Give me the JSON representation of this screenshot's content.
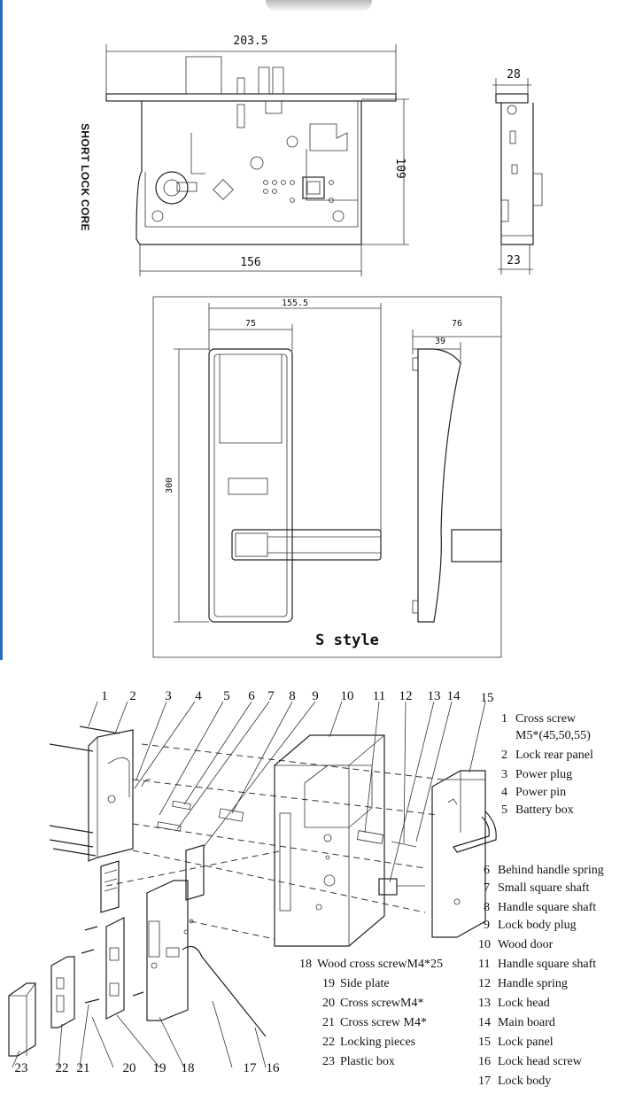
{
  "side_label": "SHORT LOCK CORE",
  "dimensions": {
    "core_width": "203.5",
    "core_height": "109",
    "core_base": "156",
    "side_top": "28",
    "side_bottom": "23",
    "handle_width": "155.5",
    "handle_inner": "75",
    "handle_height": "300",
    "profile_depth": "76",
    "profile_inner": "39"
  },
  "style_label": "S style",
  "callout_numbers": [
    "1",
    "2",
    "3",
    "4",
    "5",
    "6",
    "7",
    "8",
    "9",
    "10",
    "11",
    "12",
    "13",
    "14",
    "15",
    "23",
    "22",
    "21",
    "20",
    "19",
    "18",
    "17",
    "16"
  ],
  "parts_right": [
    "Cross screw",
    "M5*(45,50,55)",
    "Lock rear panel",
    "Power plug",
    "Power pin",
    "Battery box",
    "Behind handle spring",
    "Small square shaft",
    "Handle square shaft",
    "Lock body plug",
    "Wood door",
    "Handle square shaft",
    "Handle spring",
    "Lock head",
    "Main board",
    "Lock panel",
    "Lock head screw",
    "Lock body"
  ],
  "parts_right_numbers": [
    "1",
    "",
    "2",
    "3",
    "4",
    "5",
    "6",
    "7",
    "8",
    "9",
    "10",
    "11",
    "12",
    "13",
    "14",
    "15",
    "16",
    "17"
  ],
  "parts_left": [
    "Wood cross screwM4*25",
    "Side plate",
    "Cross screwM4*",
    "Cross screw M4*",
    "Locking pieces",
    "Plastic box"
  ],
  "parts_left_numbers": [
    "18",
    "19",
    "20",
    "21",
    "22",
    "23"
  ]
}
